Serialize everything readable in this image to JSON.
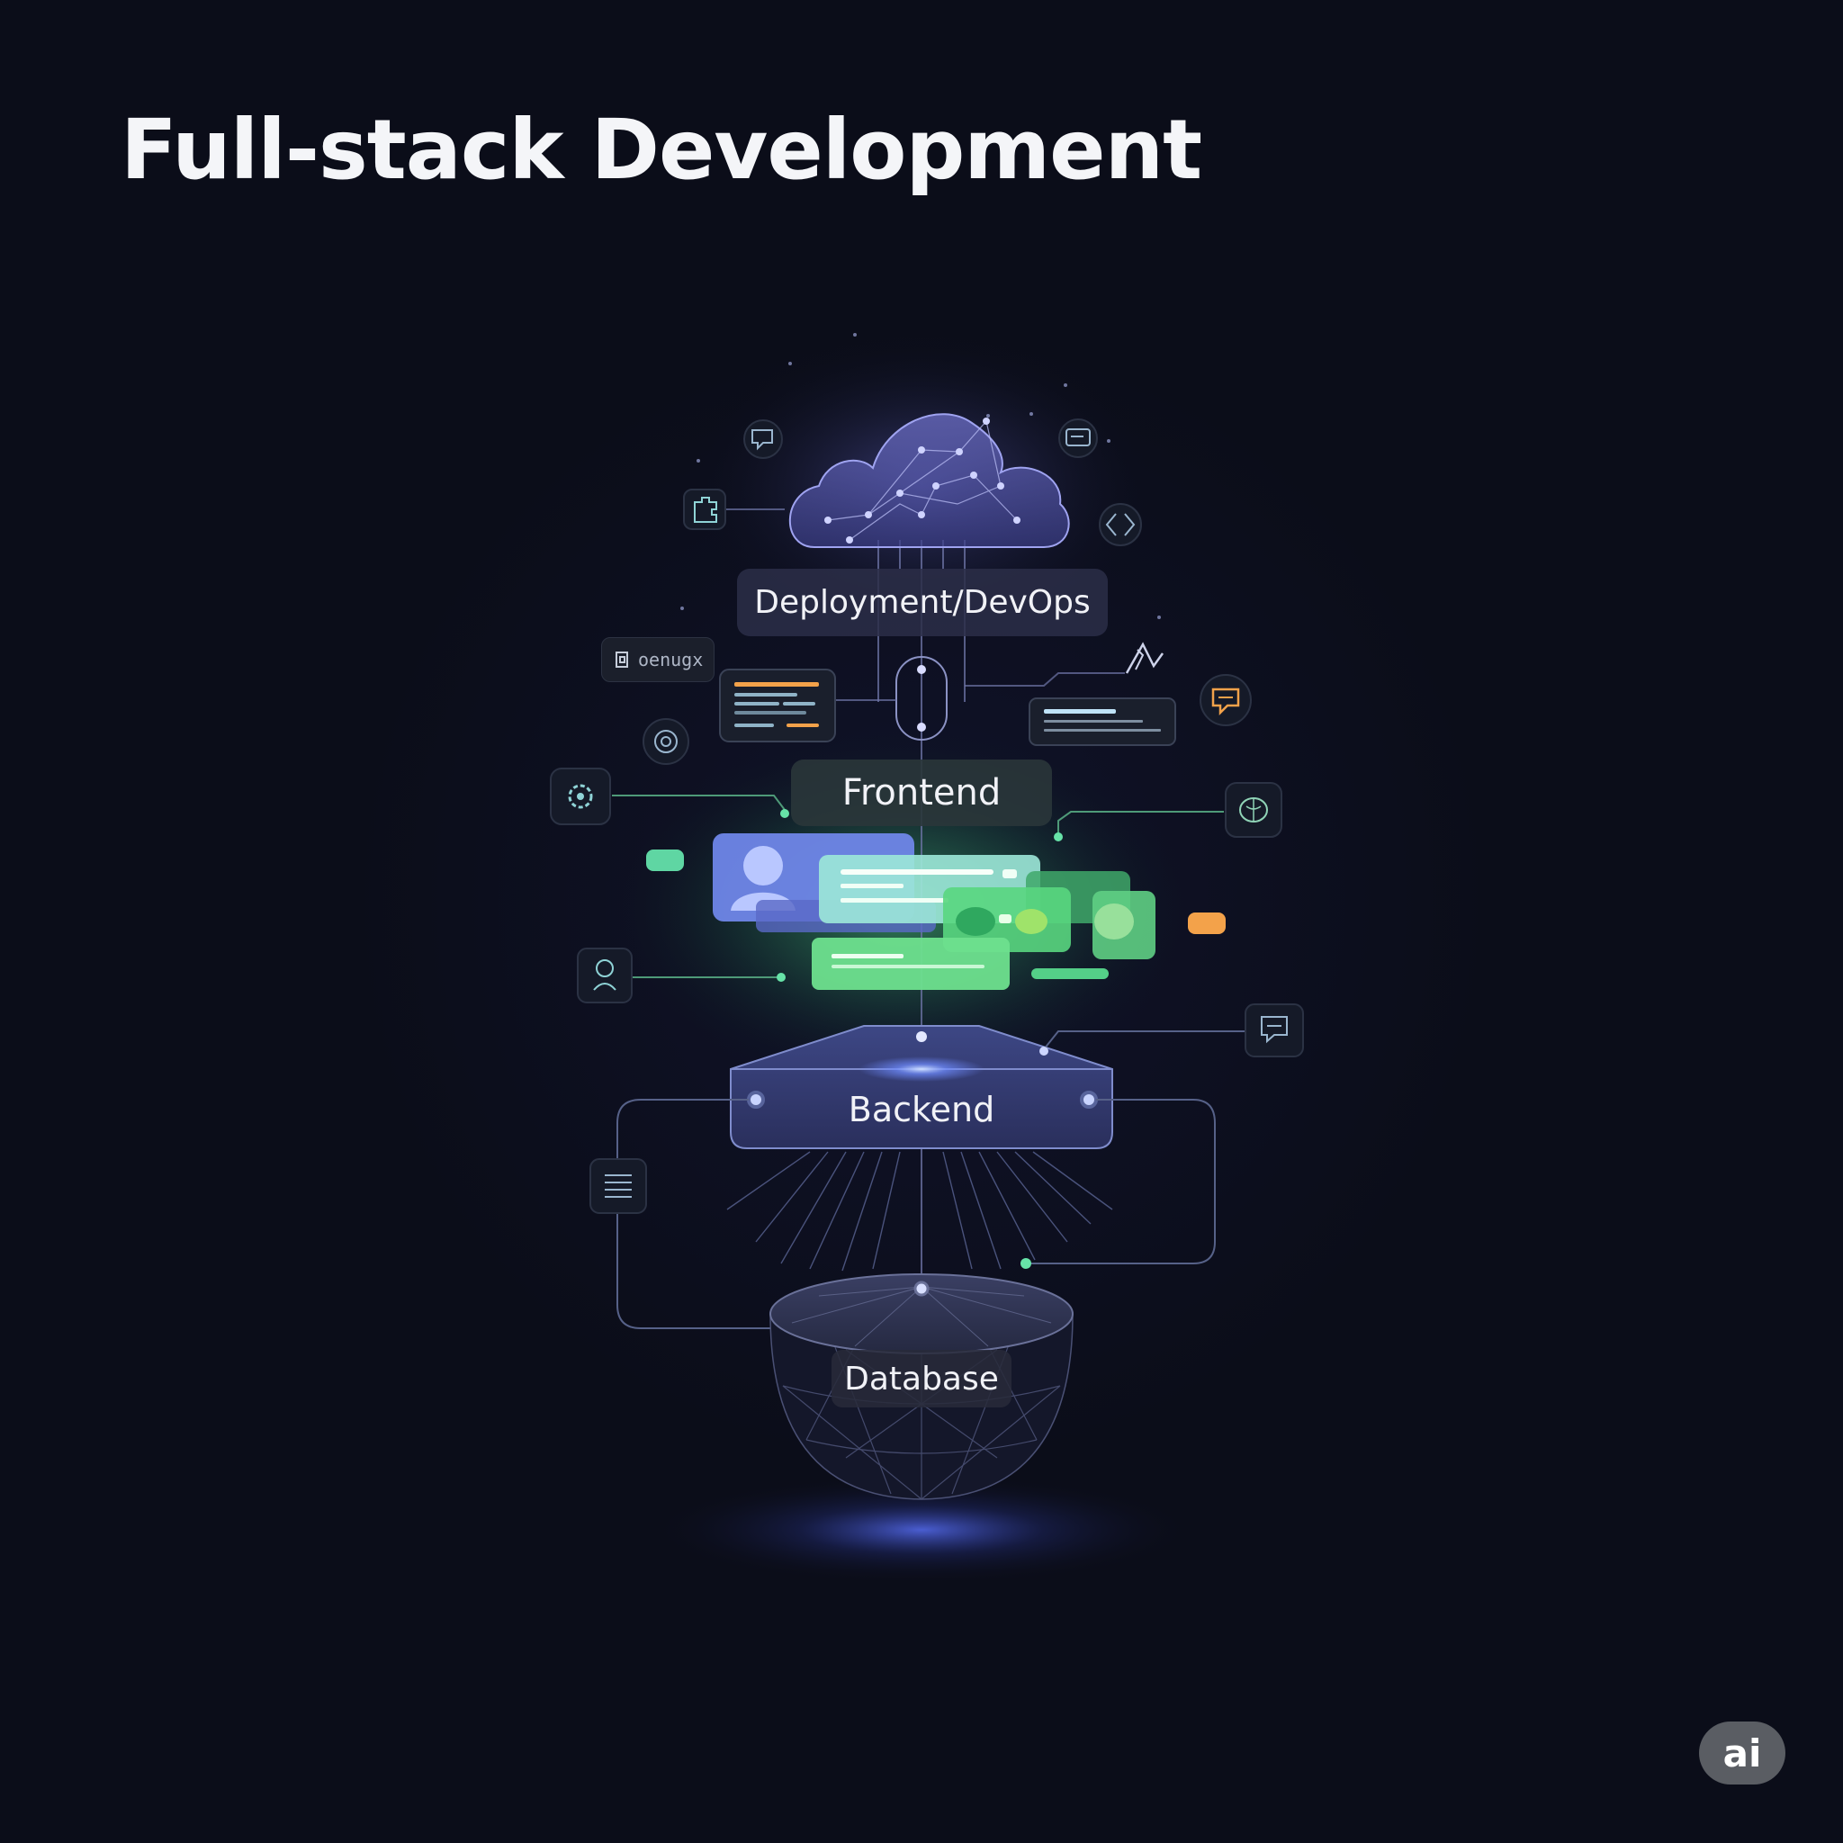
{
  "title": "Full-stack Development",
  "layers": {
    "devops": "Deployment/DevOps",
    "frontend": "Frontend",
    "backend": "Backend",
    "database": "Database"
  },
  "nginx_chip": "oenugx",
  "badge": "ai",
  "colors": {
    "background": "#0b0d19",
    "cloud": "#6c6fd8",
    "frontend_glow": "#4fd97e",
    "accent_orange": "#f3a24a",
    "accent_mint": "#5fd6a3",
    "backend_glow": "#6f8cff"
  },
  "icons": [
    "chat-bubble-icon",
    "puzzle-icon",
    "terminal-window-icon",
    "code-arrows-icon",
    "coin-icon",
    "gear-icon",
    "brain-icon",
    "user-lock-icon",
    "message-icon",
    "server-list-icon",
    "sparkle-arrow-icon",
    "chat-bubble-orange-icon"
  ]
}
